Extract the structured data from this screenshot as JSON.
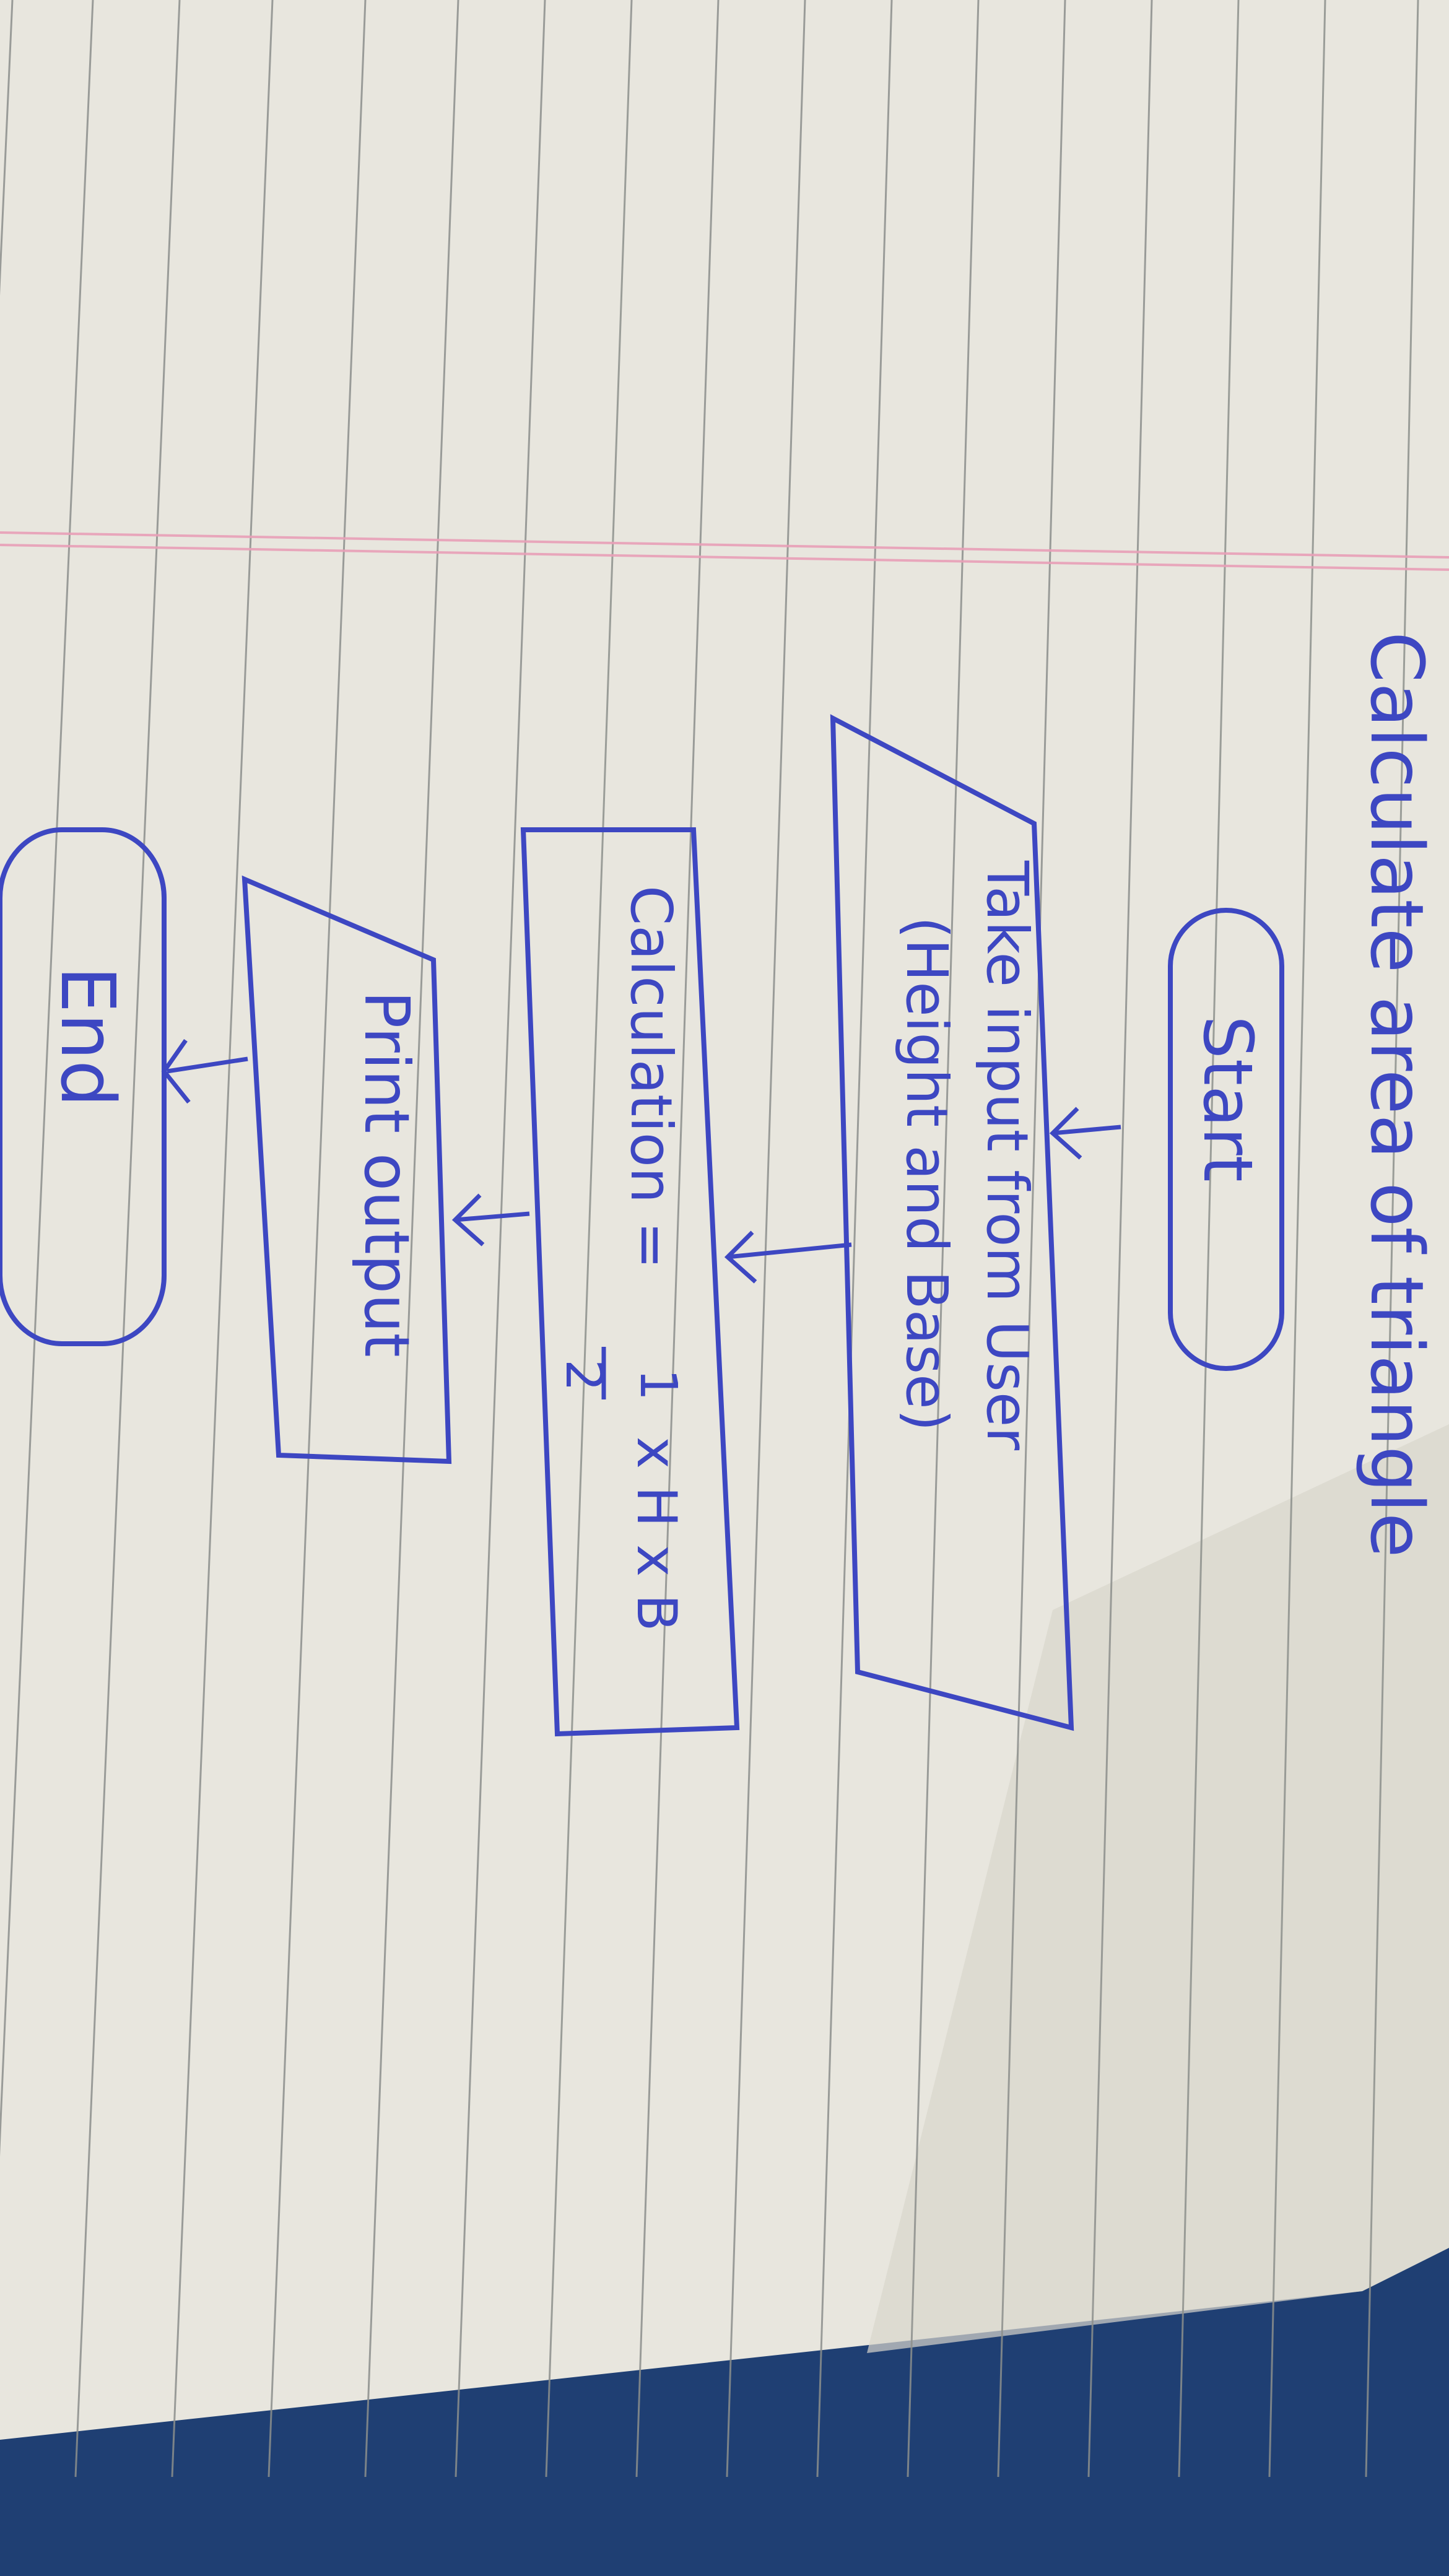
{
  "diagram": {
    "title": "Calculate area of triangle",
    "nodes": [
      {
        "id": "start",
        "shape": "terminator",
        "label": "Start"
      },
      {
        "id": "input",
        "shape": "parallelogram",
        "label_line1": "Take input from User",
        "label_line2": "(Height and Base)"
      },
      {
        "id": "calc",
        "shape": "rectangle",
        "label_prefix": "Calculation =",
        "fraction_num": "1",
        "fraction_den": "2",
        "label_suffix": "x H x B"
      },
      {
        "id": "output",
        "shape": "parallelogram",
        "label": "Print output"
      },
      {
        "id": "end",
        "shape": "terminator",
        "label": "End"
      }
    ],
    "edges": [
      {
        "from": "start",
        "to": "input"
      },
      {
        "from": "input",
        "to": "calc"
      },
      {
        "from": "calc",
        "to": "output"
      },
      {
        "from": "output",
        "to": "end"
      }
    ]
  },
  "colors": {
    "ink": "#3d47c2",
    "paper": "#e8e6de",
    "rule_line": "#8c8f8c",
    "margin_line": "#e8a0b8",
    "cloth": "#1f3f73"
  }
}
